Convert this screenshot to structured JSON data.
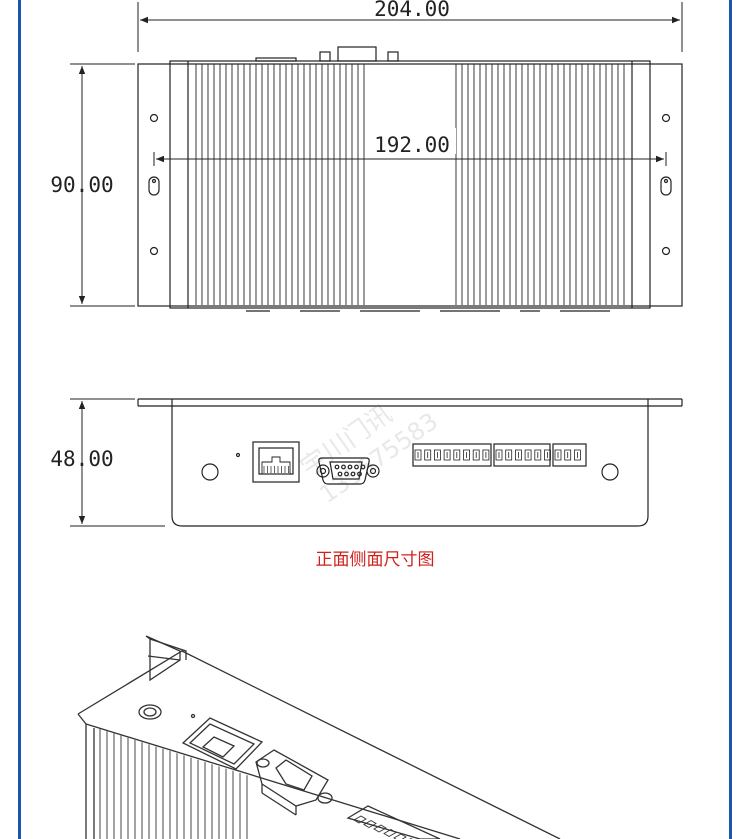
{
  "dimensions": {
    "overall_width": "204.00",
    "mounting_spacing": "192.00",
    "depth": "90.00",
    "height": "48.00"
  },
  "watermark": {
    "brand": "宇川门讯",
    "phone": "135575583"
  },
  "caption": "正面侧面尺寸图",
  "colors": {
    "frame": "#1a55b0",
    "caption": "#d0201c",
    "drawing": "#222222"
  }
}
